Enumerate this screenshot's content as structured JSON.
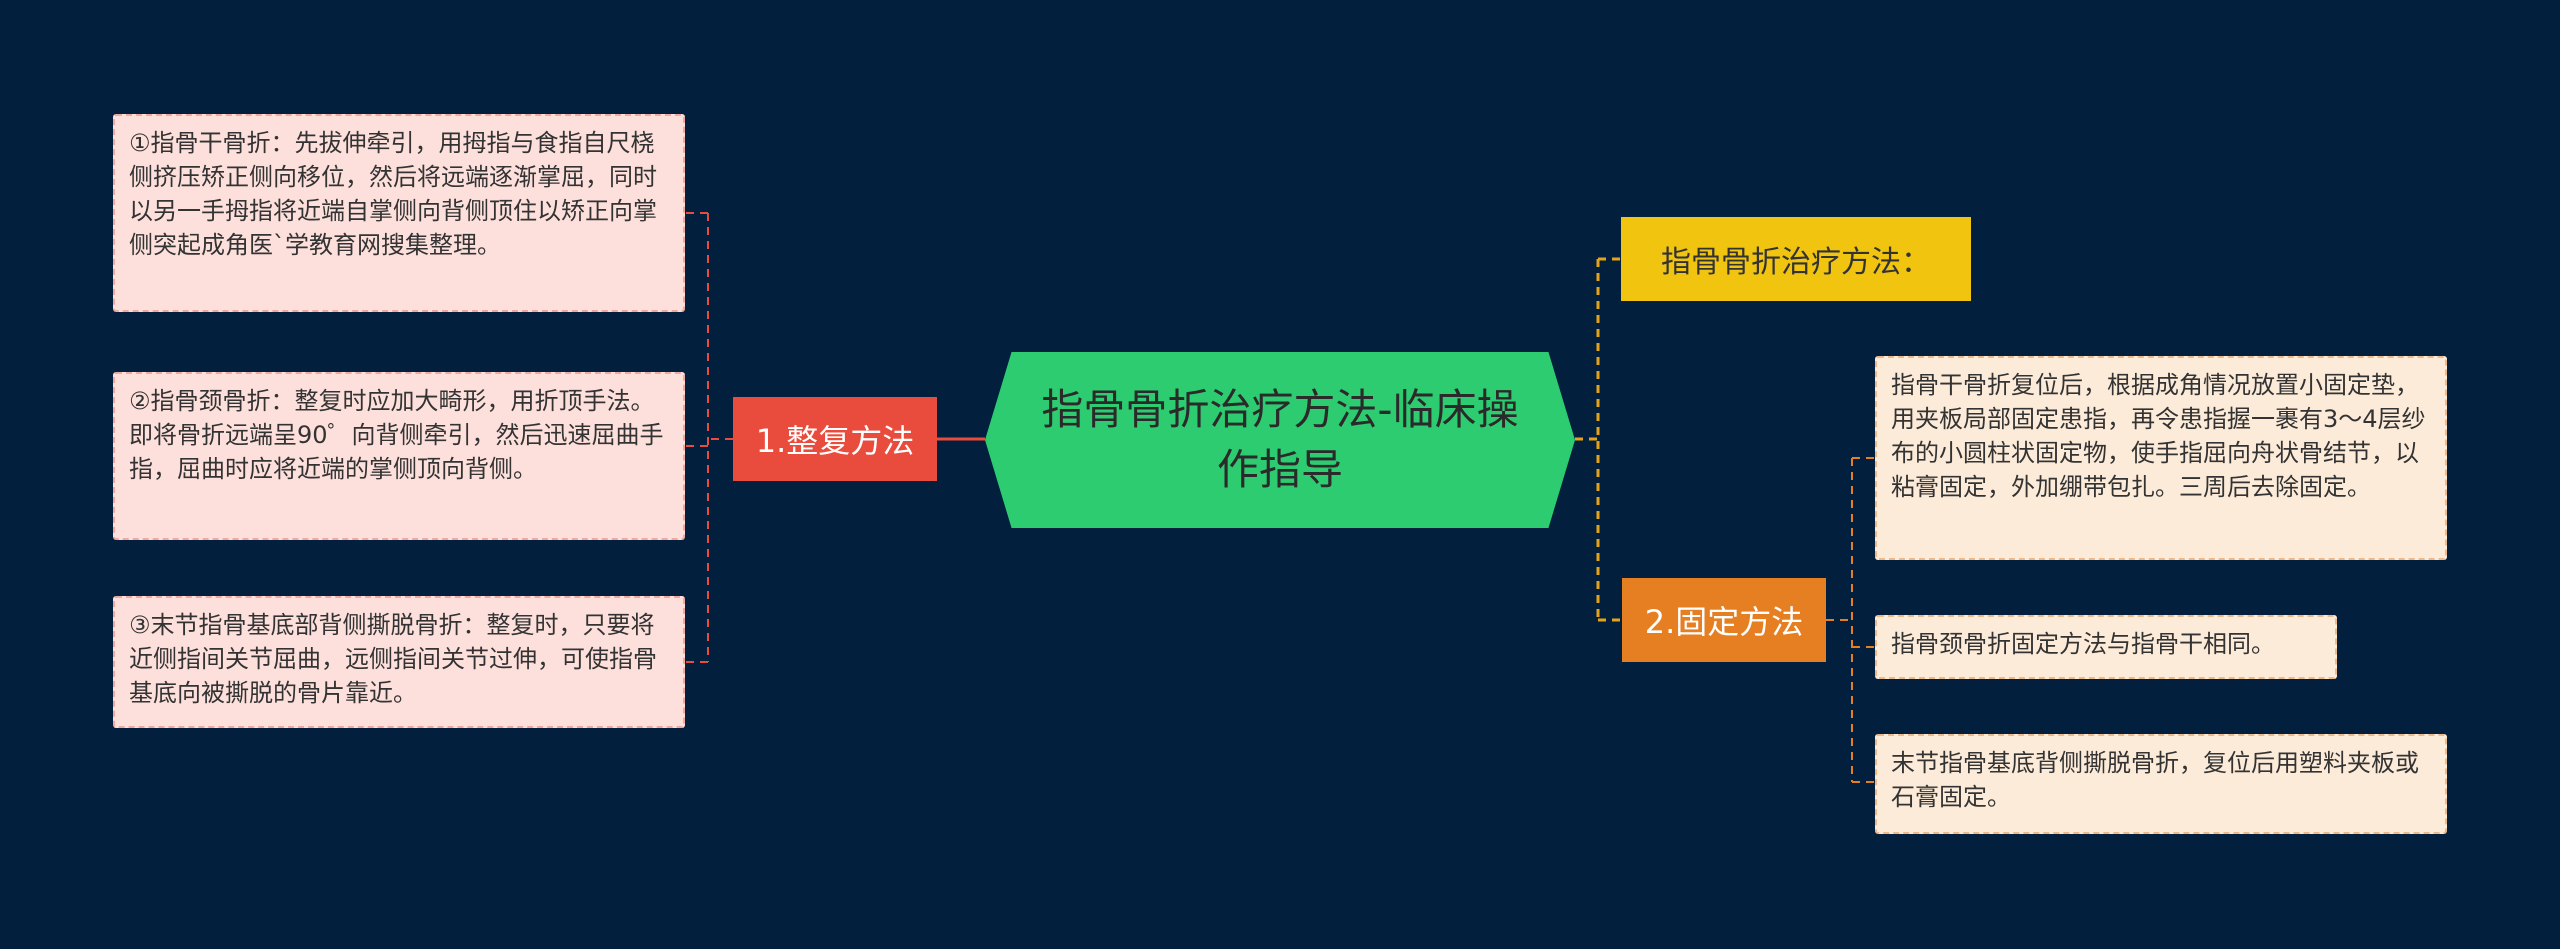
{
  "root": {
    "label": "指骨骨折治疗方法-临床操作指导"
  },
  "branches": {
    "title_node": {
      "label": "指骨骨折治疗方法："
    },
    "left": {
      "label": "1.整复方法",
      "items": [
        "①指骨干骨折：先拔伸牵引，用拇指与食指自尺桡侧挤压矫正侧向移位，然后将远端逐渐掌屈，同时以另一手拇指将近端自掌侧向背侧顶住以矫正向掌侧突起成角医`学教育网搜集整理。",
        "②指骨颈骨折：整复时应加大畸形，用折顶手法。即将骨折远端呈90゜向背侧牵引，然后迅速屈曲手指，屈曲时应将近端的掌侧顶向背侧。",
        "③末节指骨基底部背侧撕脱骨折：整复时，只要将近侧指间关节屈曲，远侧指间关节过伸，可使指骨基底向被撕脱的骨片靠近。"
      ]
    },
    "right": {
      "label": "2.固定方法",
      "items": [
        "指骨干骨折复位后，根据成角情况放置小固定垫，用夹板局部固定患指，再令患指握一裹有3～4层纱布的小圆柱状固定物，使手指屈向舟状骨结节，以粘膏固定，外加绷带包扎。三周后去除固定。",
        "指骨颈骨折固定方法与指骨干相同。",
        "末节指骨基底背侧撕脱骨折，复位后用塑料夹板或石膏固定。"
      ]
    }
  },
  "colors": {
    "background": "#02203e",
    "root": "#2ecc71",
    "left_branch": "#e94b3c",
    "right_branch": "#e67e22",
    "title_node": "#f1c40f",
    "left_leaf_bg": "#fde0dc",
    "right_leaf_bg": "#fdebd9"
  }
}
